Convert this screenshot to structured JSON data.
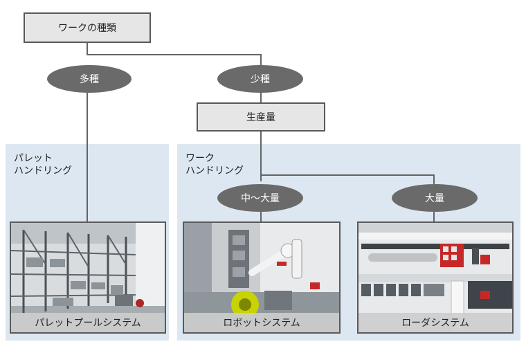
{
  "root": {
    "label": "ワークの種類"
  },
  "branches": {
    "many": "多種",
    "few": "少種",
    "volume_box": "生産量",
    "medium": "中〜大量",
    "large": "大量"
  },
  "groups": {
    "pallet": {
      "line1": "パレット",
      "line2": "ハンドリング"
    },
    "work": {
      "line1": "ワーク",
      "line2": "ハンドリング"
    }
  },
  "systems": [
    {
      "caption": "パレットプールシステム"
    },
    {
      "caption": "ロボットシステム"
    },
    {
      "caption": "ローダシステム"
    }
  ],
  "colors": {
    "panel": "#dde7f1",
    "box_fill": "#e6e6e6",
    "oval_fill": "#6a6a6a",
    "connector": "#646464",
    "robot_accent": "#c8d400",
    "loader_accent": "#d12a2a"
  }
}
